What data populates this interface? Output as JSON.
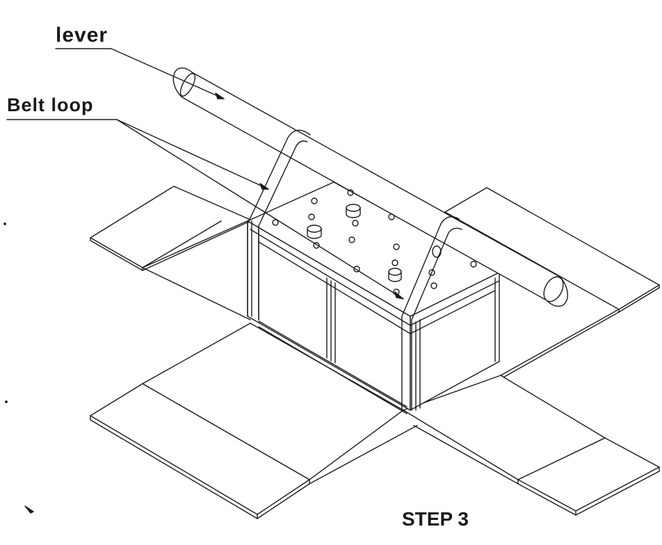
{
  "labels": {
    "lever": "lever",
    "belt_loop": "Belt loop",
    "step": "STEP 3"
  },
  "colors": {
    "line": "#1a1a1a",
    "background": "#ffffff"
  }
}
